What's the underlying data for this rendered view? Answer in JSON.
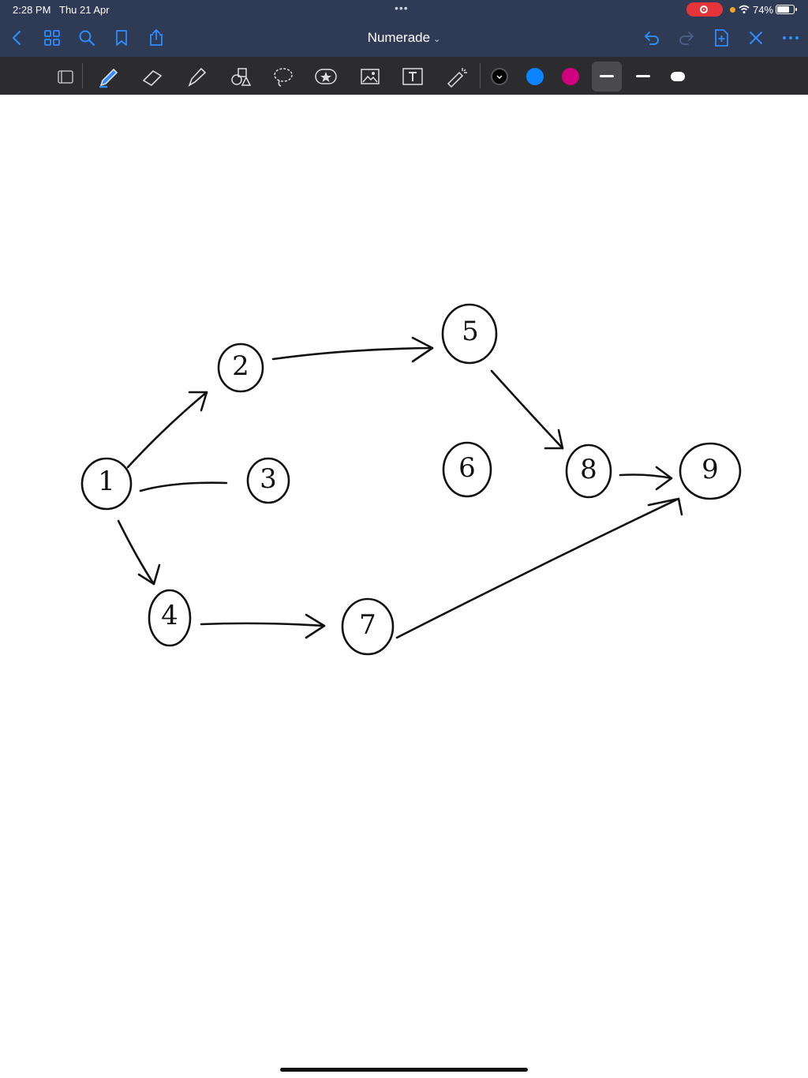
{
  "status": {
    "time": "2:28 PM",
    "date": "Thu 21 Apr",
    "battery": "74%"
  },
  "nav": {
    "title": "Numerade"
  },
  "toolbar": {
    "colors": [
      "#000000",
      "#0a84ff",
      "#d1007e"
    ],
    "tools": [
      "read-only-icon",
      "pen-icon",
      "eraser-icon",
      "highlighter-icon",
      "shapes-icon",
      "lasso-icon",
      "sticker-icon",
      "image-icon",
      "text-icon",
      "laser-pointer-icon"
    ]
  },
  "diagram": {
    "nodes": [
      {
        "id": "1",
        "label": "1"
      },
      {
        "id": "2",
        "label": "2"
      },
      {
        "id": "3",
        "label": "3"
      },
      {
        "id": "4",
        "label": "4"
      },
      {
        "id": "5",
        "label": "5"
      },
      {
        "id": "6",
        "label": "6"
      },
      {
        "id": "7",
        "label": "7"
      },
      {
        "id": "8",
        "label": "8"
      },
      {
        "id": "9",
        "label": "9"
      }
    ]
  }
}
